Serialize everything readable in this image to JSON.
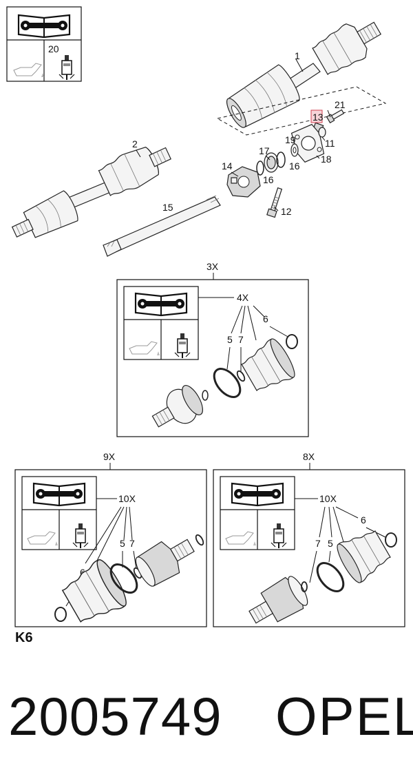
{
  "diagram": {
    "header_label": "20",
    "labels": {
      "p1": "1",
      "p2": "2",
      "p11": "11",
      "p12": "12",
      "p13": "13",
      "p14": "14",
      "p15": "15",
      "p16a": "16",
      "p16b": "16",
      "p17": "17",
      "p18": "18",
      "p19": "19",
      "p21": "21"
    },
    "kit_3x": {
      "title": "3X",
      "group": "4X",
      "a": "5",
      "b": "7",
      "c": "6"
    },
    "kit_9x": {
      "title": "9X",
      "group": "10X",
      "a": "5",
      "b": "7",
      "c": "6"
    },
    "kit_8x": {
      "title": "8X",
      "group": "10X",
      "a": "7",
      "b": "5",
      "c": "6"
    },
    "section_code": "K6"
  },
  "footer": {
    "part_number": "2005749",
    "brand": "OPEL"
  },
  "colors": {
    "highlight": "#f7d3d8"
  }
}
